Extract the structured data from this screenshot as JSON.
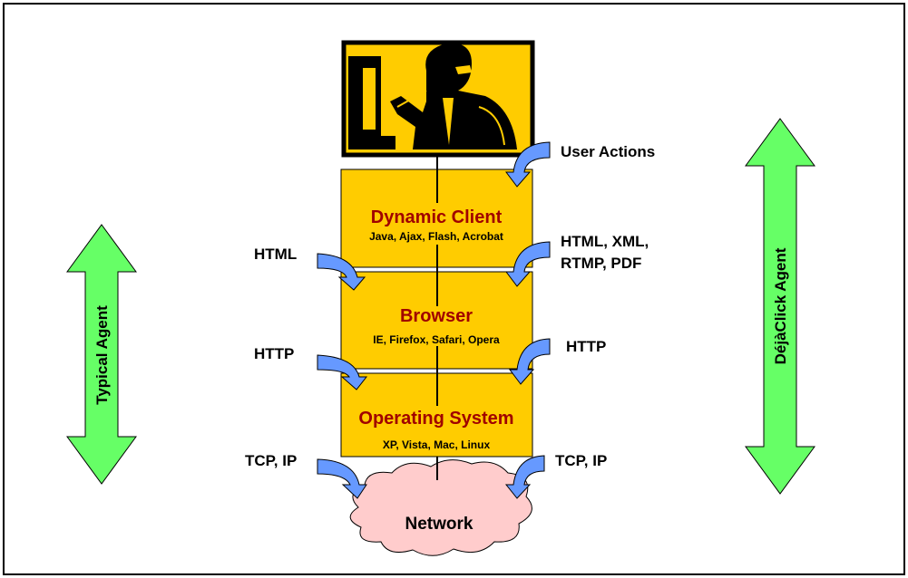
{
  "colors": {
    "layer_fill": "#FFCC00",
    "layer_title": "#A00000",
    "arrow_blue": "#6699FF",
    "agent_arrow_green": "#66FF66",
    "cloud_fill": "#FFCCCC"
  },
  "layers": [
    {
      "title": "Dynamic Client",
      "subtitle": "Java, Ajax, Flash, Acrobat"
    },
    {
      "title": "Browser",
      "subtitle": "IE, Firefox, Safari, Opera"
    },
    {
      "title": "Operating System",
      "subtitle": "XP, Vista, Mac, Linux"
    }
  ],
  "network": {
    "label": "Network"
  },
  "left_labels": {
    "html": "HTML",
    "http": "HTTP",
    "tcp": "TCP, IP"
  },
  "right_labels": {
    "user_actions": "User Actions",
    "html_xml_line1": "HTML, XML,",
    "html_xml_line2": "RTMP, PDF",
    "http": "HTTP",
    "tcp": "TCP, IP"
  },
  "agents": {
    "typical": "Typical Agent",
    "dejaclick": "DéjàClick Agent"
  },
  "icons": {
    "user": "user-at-computer-icon"
  }
}
